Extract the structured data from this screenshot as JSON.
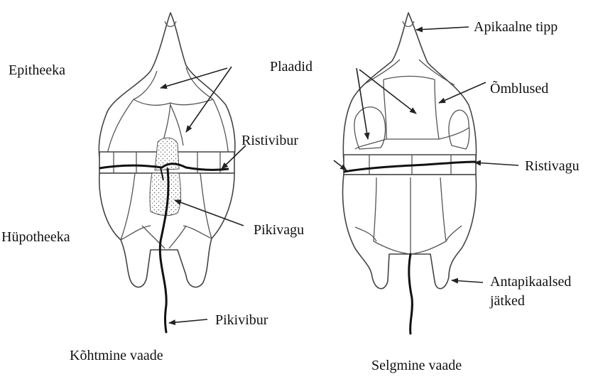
{
  "labels": {
    "epitheeka": "Epitheeka",
    "plaadid": "Plaadid",
    "ristivibur": "Ristivibur",
    "pikivagu": "Pikivagu",
    "hupotheeka": "Hüpotheeka",
    "pikivibur": "Pikivibur",
    "apikaalne_tipp": "Apikaalne tipp",
    "omblused": "Õmblused",
    "ristivagu": "Ristivagu",
    "antapikaalsed_1": "Antapikaalsed",
    "antapikaalsed_2": "jätked"
  },
  "captions": {
    "ventral": "Kõhtmine vaade",
    "dorsal": "Selgmine vaade"
  }
}
